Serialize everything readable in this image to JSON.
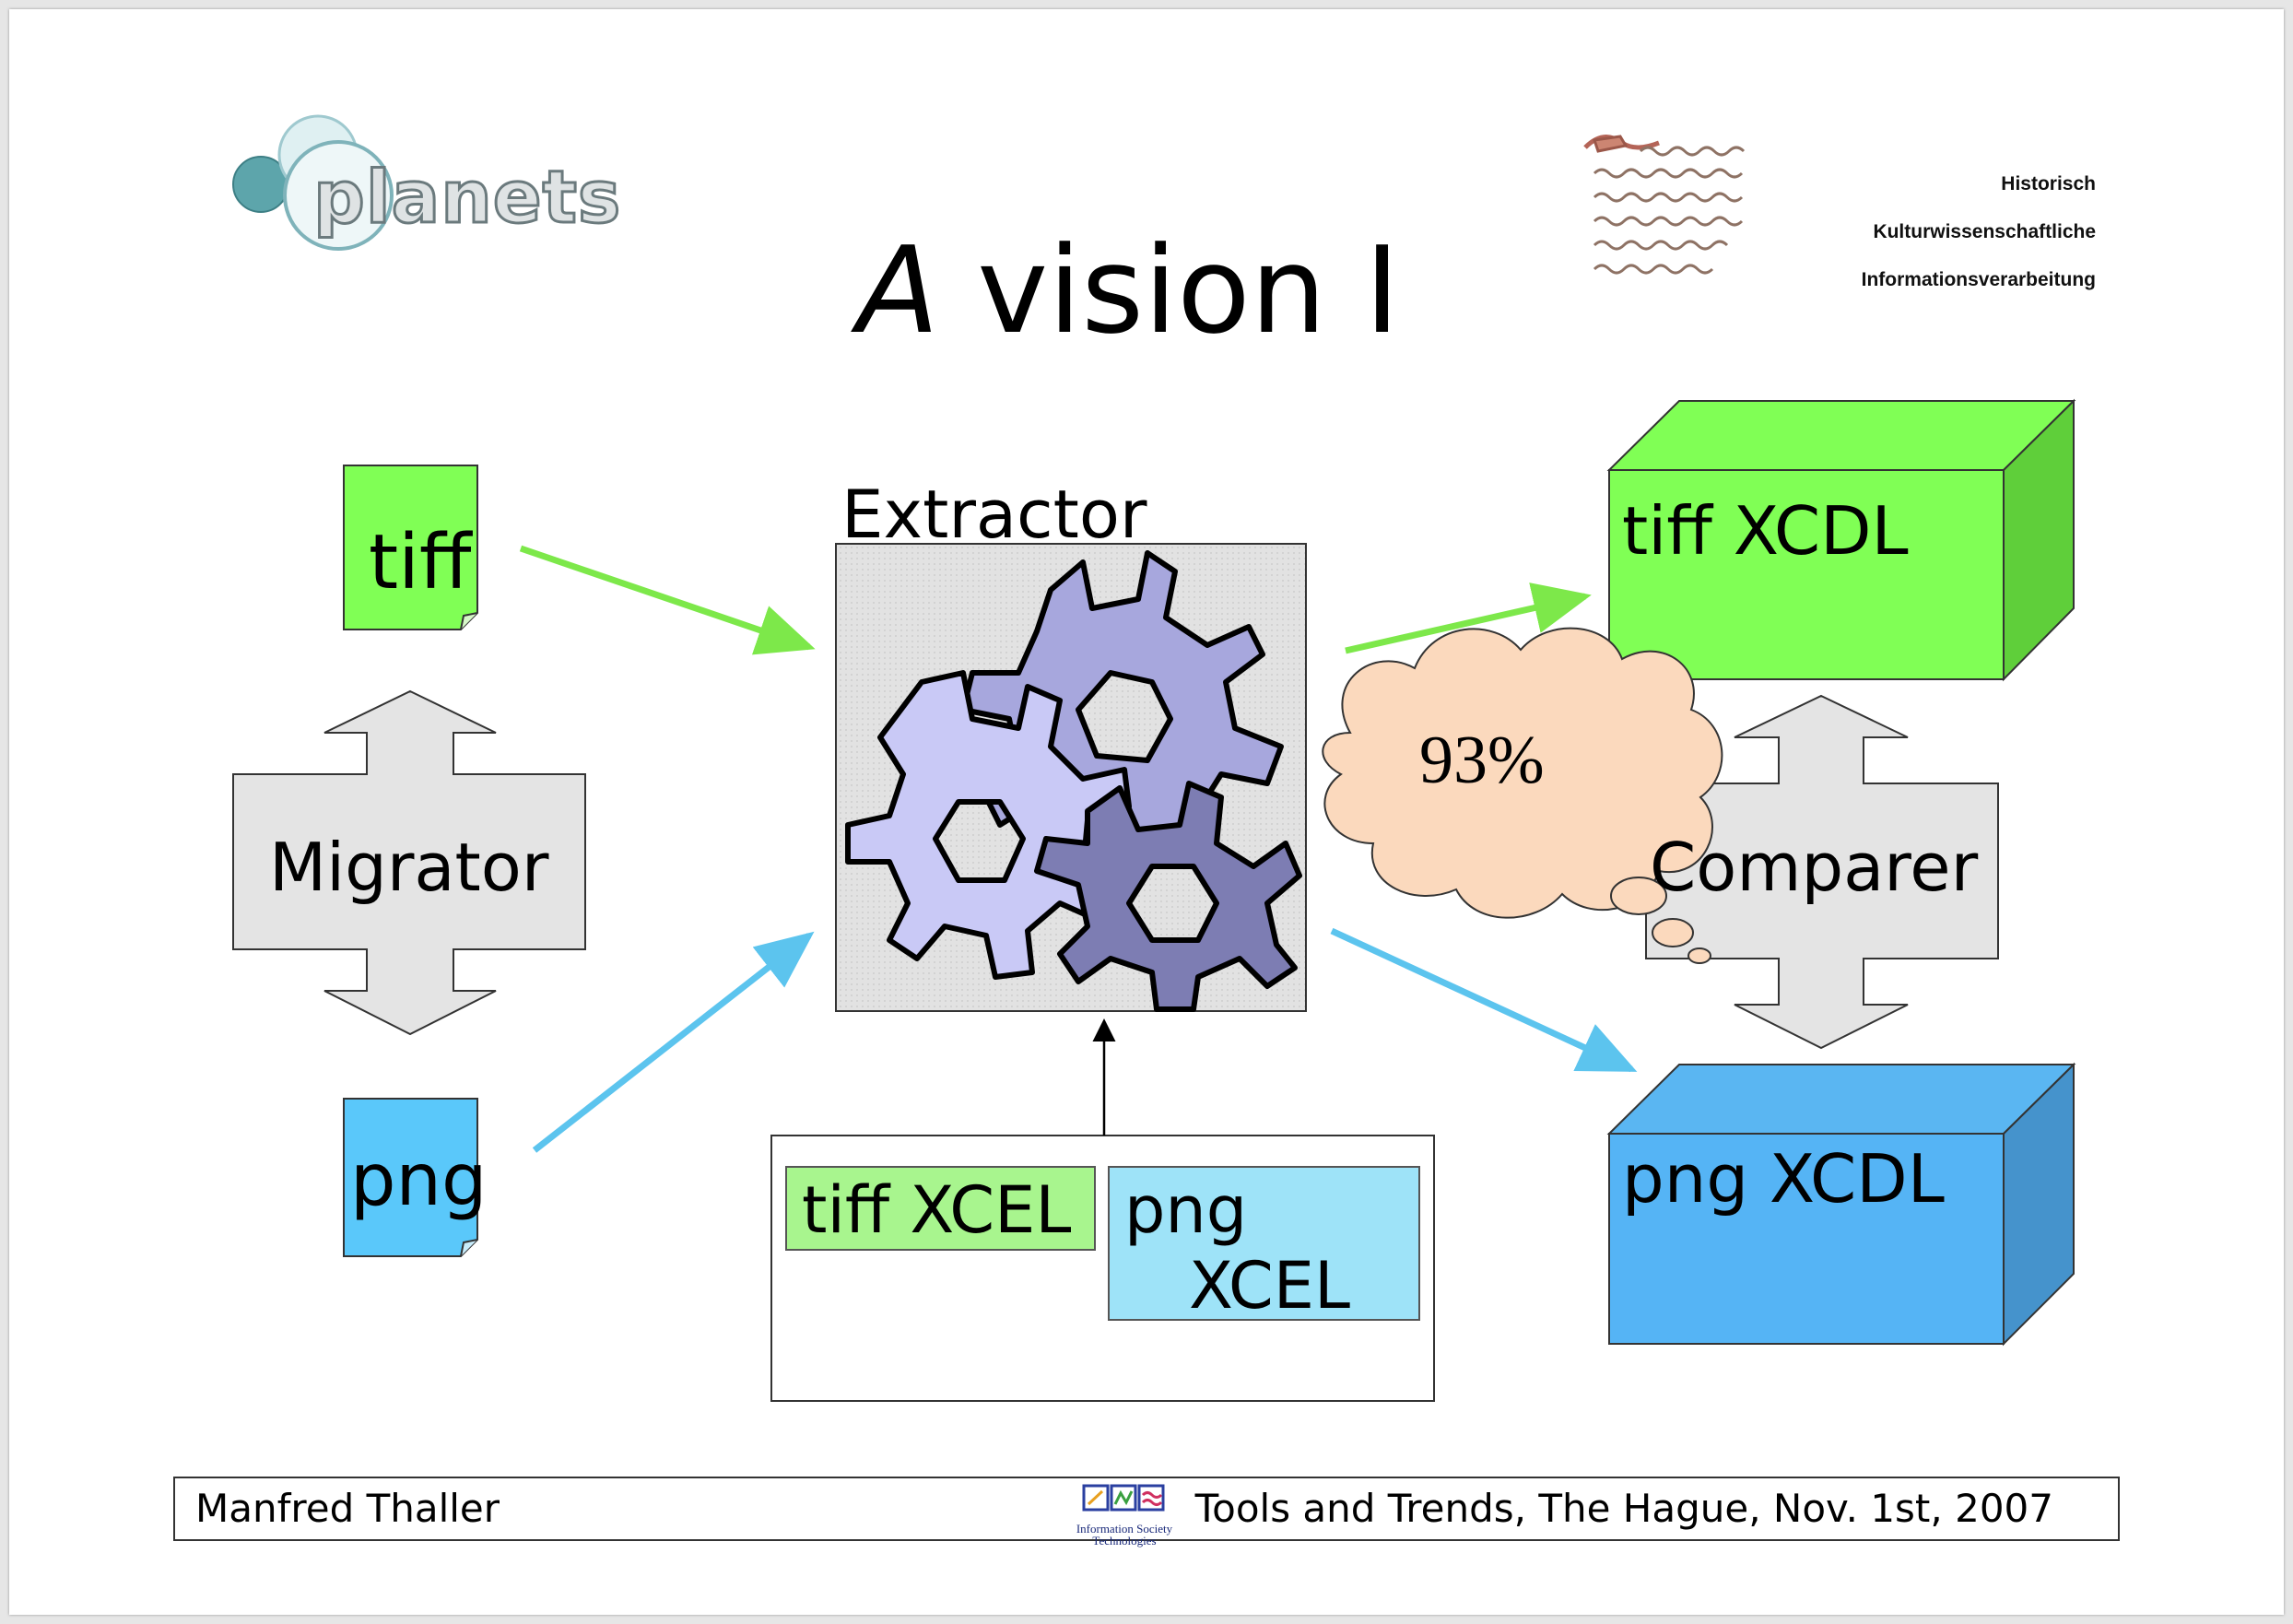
{
  "title": {
    "italic": "A",
    "rest": " vision I"
  },
  "logo": {
    "text": "planets"
  },
  "institute": {
    "line1": "Historisch",
    "line2": "Kulturwissenschaftliche",
    "line3": "Informationsverarbeitung"
  },
  "diagram": {
    "tiff_doc": "tiff",
    "png_doc": "png",
    "migrator": "Migrator",
    "extractor": "Extractor",
    "tiff_xcdl": "tiff XCDL",
    "png_xcdl": "png XCDL",
    "comparer": "Comparer",
    "cloud_value": "93%",
    "tiff_xcel": "tiff XCEL",
    "png_xcel_1": "png",
    "png_xcel_2": "XCEL"
  },
  "footer": {
    "author": "Manfred Thaller",
    "event": "Tools and Trends, The Hague, Nov. 1st, 2007",
    "ist_caption": "Information Society Technologies"
  },
  "colors": {
    "tiff_green": "#80ff55",
    "png_blue": "#5ac8fa",
    "arrow_green": "#7de84a",
    "arrow_blue": "#5cc4ee",
    "gray_arrow": "#e4e4e4",
    "cloud_fill": "#fbd9bd",
    "gear_light": "#c9c9f6",
    "gear_mid": "#a7a7dd",
    "gear_dark": "#7d7db3"
  }
}
